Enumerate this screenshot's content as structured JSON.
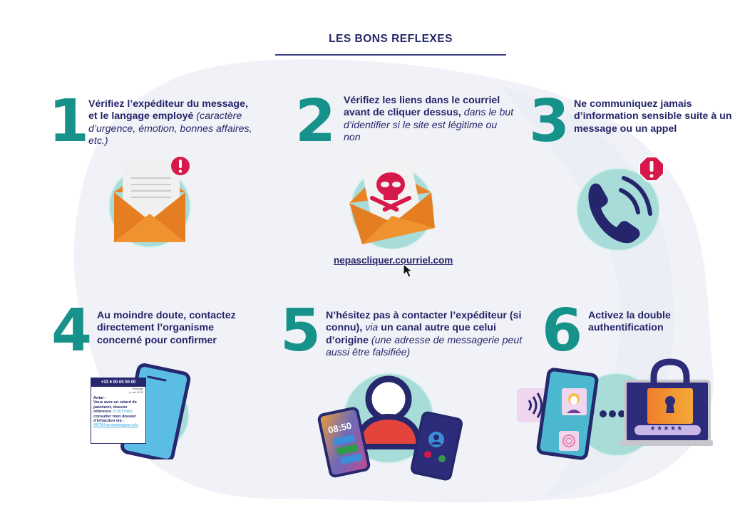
{
  "title": "LES BONS REFLEXES",
  "colors": {
    "teal_number": "#16928a",
    "navy_text": "#24256a",
    "circle_bg": "#a8dcd9",
    "orange": "#ef8a2b",
    "alert_red": "#d6184a",
    "blob_bg": "#f1f2f7"
  },
  "steps": [
    {
      "number": "1",
      "text_bold": "Vérifiez l’expéditeur du message, et le langage employé",
      "text_italic": "(caractère d’urgence, émotion, bonnes affaires, etc.)",
      "icon": "envelope-alert-icon"
    },
    {
      "number": "2",
      "text_bold": "Vérifiez les liens dans le courriel avant de cliquer dessus,",
      "text_italic": "dans le but d’identifier si le site est légitime ou non",
      "icon": "envelope-skull-icon",
      "link": "nepascliquer.courriel.com"
    },
    {
      "number": "3",
      "text_bold": "Ne communiquez jamais d’information sensible suite à un message ou un appel",
      "text_italic": "",
      "icon": "phone-alert-icon"
    },
    {
      "number": "4",
      "text_bold": "Au moindre doute, contactez directement l’organisme concerné pour confirmer",
      "text_italic": "",
      "icon": "sms-phone-icon",
      "sms": {
        "sender": "+33 6 00 00 00 00",
        "meta_1": "Message",
        "meta_2": "ju sat 18:33",
        "line1": "Antai :",
        "line2": "Vous avez un retard de",
        "line3": "paiement, dossier",
        "line4_label": "référence",
        "line4_value": "210025466",
        "line5": "consulter mon dossier",
        "line6": "d'infraction via :",
        "link": "ANTAI-amendesgouv.info"
      }
    },
    {
      "number": "5",
      "text_bold_1": "N’hésitez pas à contacter l’expéditeur (si connu),",
      "text_italic_1": "via",
      "text_bold_2": "un canal autre que celui d’origine",
      "text_italic_2": "(une adresse de messagerie peut aussi être falsifiée)",
      "icon": "person-phones-icon",
      "phone_time": "08:50"
    },
    {
      "number": "6",
      "text_bold": "Activez la double authentification",
      "text_italic": "",
      "icon": "two-factor-auth-icon",
      "password_mask": "*****"
    }
  ]
}
